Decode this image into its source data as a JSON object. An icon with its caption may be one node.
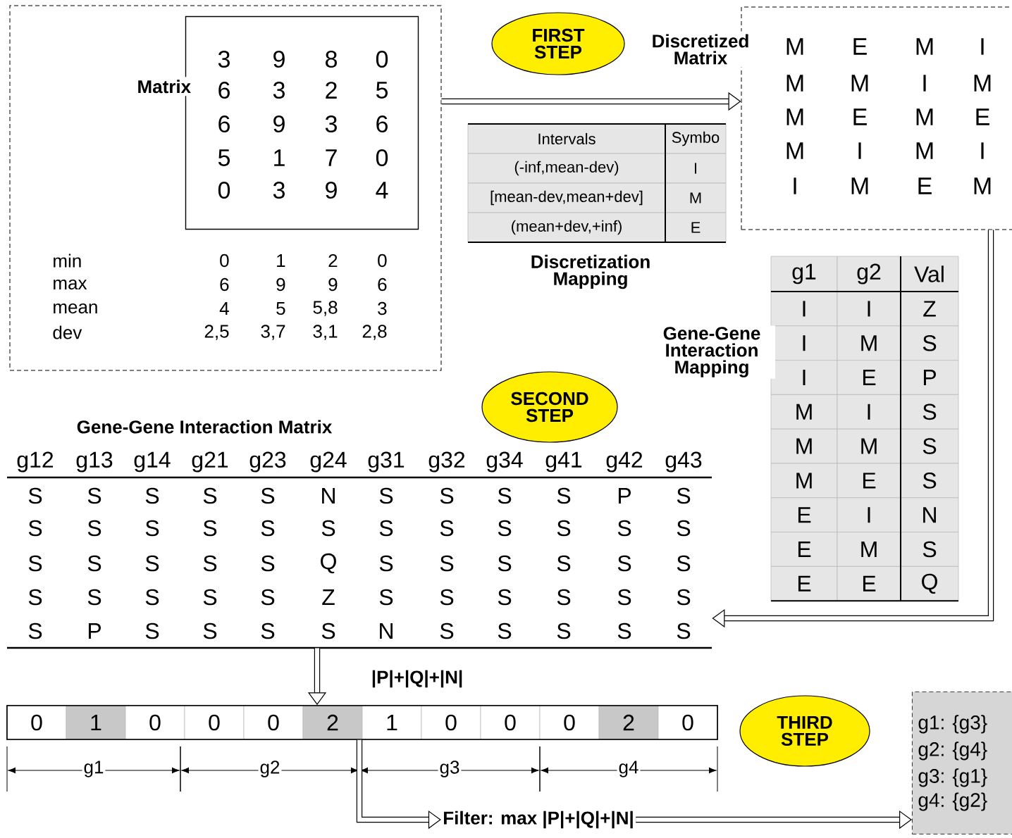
{
  "diagram": {
    "nodes": [
      {
        "text": [],
        "shape": "box"
      },
      {
        "text": [
          "Matrix"
        ],
        "in": 0
      },
      {
        "text": [
          "Discretized Matrix"
        ]
      },
      {
        "text": [
          "FIRST STEP"
        ]
      },
      {
        "text": [
          "SECOND STEP"
        ]
      },
      {
        "text": [
          "Gene-Gene Interaction Matrix"
        ]
      },
      {
        "text": [],
        "shape": "bar"
      },
      {
        "text": [
          "THIRD STEP"
        ]
      },
      {
        "text": [
          "Filter: max |P|+|Q|+|N|"
        ]
      },
      {
        "text": [
          "g1: {g3}",
          "g2: {g4}",
          "g3: {g1}",
          "g4: {g2}"
        ]
      }
    ],
    "edges": [
      {
        "from": 0,
        "to": 2,
        "arrow": "to"
      },
      {
        "from": 2,
        "to": 5,
        "arrow": "to"
      },
      {
        "from": 5,
        "to": 6,
        "arrow": "to",
        "label": "|P|+|Q|+|N|"
      },
      {
        "from": 6,
        "to": 8,
        "arrow": "to"
      },
      {
        "from": 8,
        "to": 9,
        "arrow": "to"
      }
    ],
    "labels": [
      "3",
      "9",
      "8",
      "0",
      "6",
      "3",
      "2",
      "5",
      "6",
      "9",
      "3",
      "6",
      "5",
      "1",
      "7",
      "0",
      "0",
      "3",
      "9",
      "4",
      "min",
      "0",
      "1",
      "2",
      "0",
      "max",
      "6",
      "9",
      "9",
      "6",
      "mean",
      "4",
      "5",
      "5,8",
      "3",
      "dev",
      "2,5",
      "3,7",
      "3,1",
      "2,8",
      "M",
      "E",
      "M",
      "I",
      "M",
      "M",
      "I",
      "M",
      "M",
      "E",
      "M",
      "E",
      "M",
      "I",
      "M",
      "I",
      "I",
      "M",
      "E",
      "M",
      "Intervals",
      "Symbo",
      "(-inf,mean-dev)",
      "I",
      "[mean-dev,mean+dev]",
      "M",
      "(mean+dev,+inf)",
      "E",
      "Discretization Mapping",
      "g1",
      "g2",
      "Val",
      "I",
      "I",
      "Z",
      "I",
      "M",
      "S",
      "I",
      "E",
      "P",
      "M",
      "I",
      "S",
      "M",
      "M",
      "S",
      "M",
      "E",
      "S",
      "E",
      "I",
      "N",
      "E",
      "M",
      "S",
      "E",
      "E",
      "Q",
      "Gene-Gene Interaction Mapping",
      "g12",
      "g13",
      "g14",
      "g21",
      "g23",
      "g24",
      "g31",
      "g32",
      "g34",
      "g41",
      "g42",
      "g43",
      "S",
      "S",
      "S",
      "S",
      "S",
      "N",
      "S",
      "S",
      "S",
      "S",
      "P",
      "S",
      "S",
      "S",
      "S",
      "S",
      "S",
      "S",
      "S",
      "S",
      "S",
      "S",
      "S",
      "S",
      "S",
      "S",
      "S",
      "S",
      "S",
      "Q",
      "S",
      "S",
      "S",
      "S",
      "S",
      "S",
      "S",
      "S",
      "S",
      "S",
      "S",
      "Z",
      "S",
      "S",
      "S",
      "S",
      "S",
      "S",
      "S",
      "P",
      "S",
      "S",
      "S",
      "S",
      "N",
      "S",
      "S",
      "S",
      "S",
      "S",
      "0",
      "1",
      "0",
      "0",
      "0",
      "2",
      "1",
      "0",
      "0",
      "0",
      "2",
      "0",
      "g1",
      "g2",
      "g3",
      "g4"
    ]
  }
}
